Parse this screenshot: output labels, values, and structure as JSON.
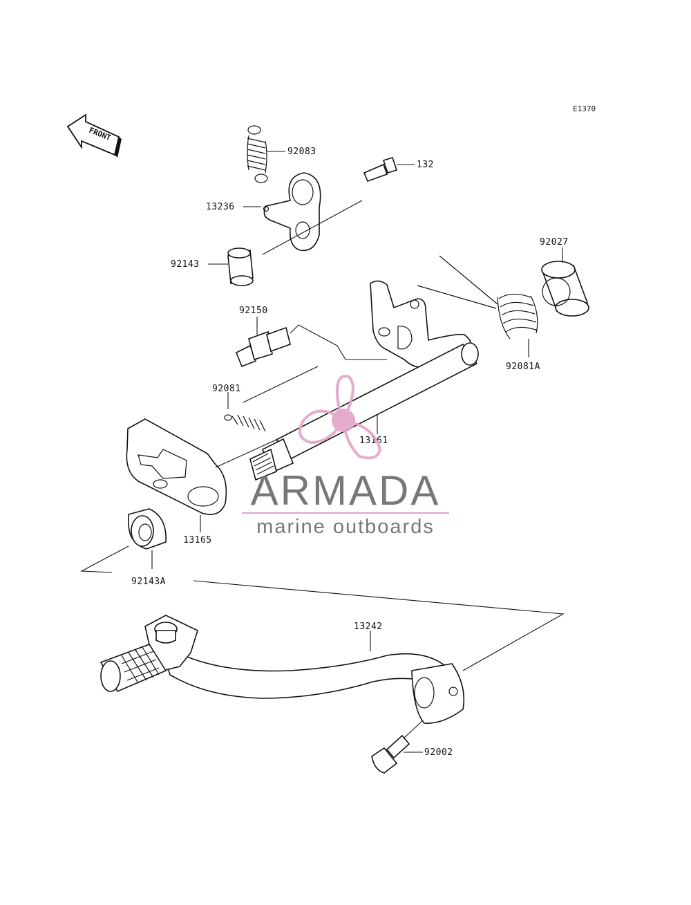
{
  "diagram_code": "E1370",
  "front_label": "FRONT",
  "watermark": {
    "brand": "ARMADA",
    "tagline": "marine outboards",
    "colors": {
      "logo": "#e2a3c7",
      "text": "#777777"
    }
  },
  "callouts": {
    "spring_top": "92083",
    "bolt_small": "132",
    "arm": "13236",
    "collar_left": "92143",
    "collar_right": "92027",
    "pin_bolt": "92150",
    "spring_pin": "92081",
    "return_spring": "92081A",
    "shaft": "13161",
    "shift_plate": "13165",
    "collar_lower": "92143A",
    "shift_pedal": "13242",
    "bolt_pedal": "92002"
  }
}
